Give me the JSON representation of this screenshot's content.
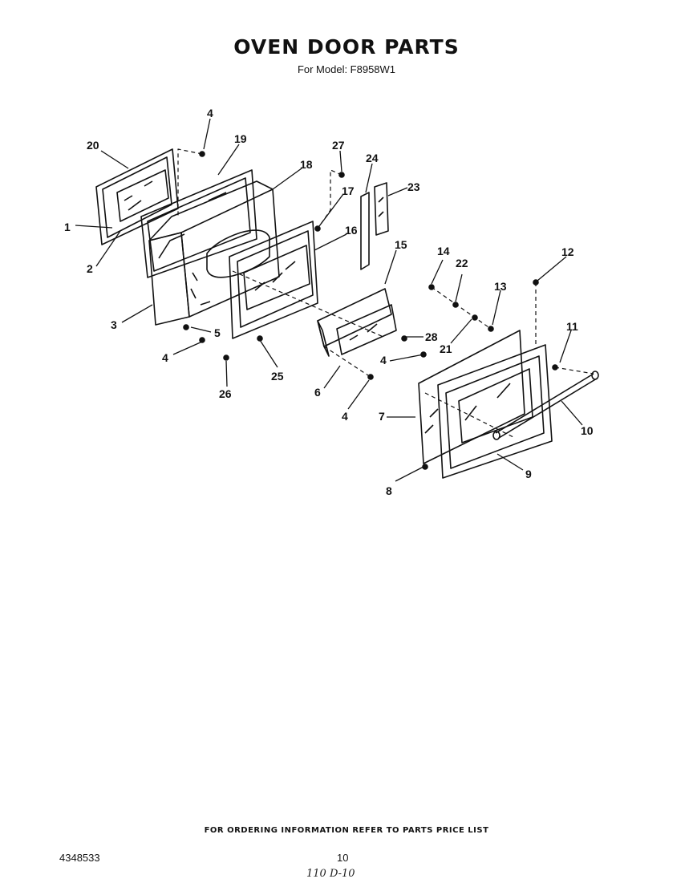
{
  "title": "OVEN DOOR PARTS",
  "subtitle": "For Model: F8958W1",
  "footer": "FOR ORDERING INFORMATION REFER TO PARTS PRICE LIST",
  "doc_number": "4348533",
  "page_number": "10",
  "handwritten_note": "110 D-10",
  "callouts": [
    "1",
    "2",
    "3",
    "4",
    "5",
    "6",
    "7",
    "8",
    "9",
    "10",
    "11",
    "12",
    "13",
    "14",
    "15",
    "16",
    "17",
    "18",
    "19",
    "20",
    "21",
    "22",
    "23",
    "24",
    "25",
    "26",
    "27",
    "28"
  ]
}
